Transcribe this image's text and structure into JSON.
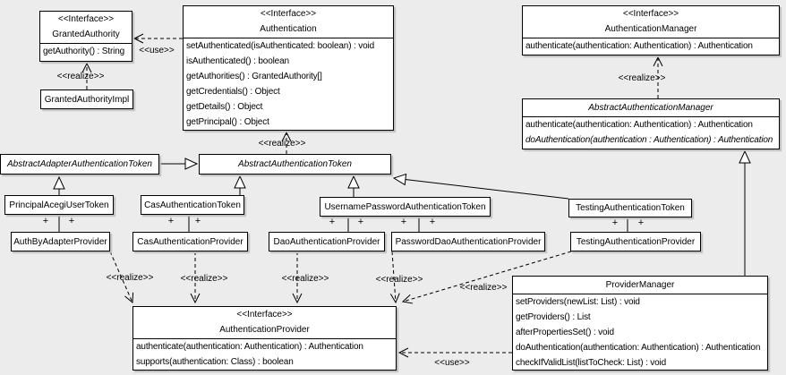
{
  "labels": {
    "use": "<<use>>",
    "realize": "<<realize>>",
    "plus": "+"
  },
  "classes": {
    "granted_authority": {
      "stereotype": "<<Interface>>",
      "name": "GrantedAuthority",
      "methods": [
        "getAuthority() : String"
      ]
    },
    "granted_authority_impl": {
      "name": "GrantedAuthorityImpl"
    },
    "authentication": {
      "stereotype": "<<Interface>>",
      "name": "Authentication",
      "methods": [
        "setAuthenticated(isAuthenticated: boolean) : void",
        "isAuthenticated() : boolean",
        "getAuthorities() : GrantedAuthority[]",
        "getCredentials() : Object",
        "getDetails() : Object",
        "getPrincipal() : Object"
      ]
    },
    "authentication_manager": {
      "stereotype": "<<Interface>>",
      "name": "AuthenticationManager",
      "methods": [
        "authenticate(authentication: Authentication) : Authentication"
      ]
    },
    "abstract_authentication_manager": {
      "name": "AbstractAuthenticationManager",
      "methods": [
        "authenticate(authentication: Authentication) : Authentication",
        "doAuthentication(authentication : Authentication) : Authentication"
      ]
    },
    "abstract_adapter_authentication_token": {
      "name": "AbstractAdapterAuthenticationToken"
    },
    "abstract_authentication_token": {
      "name": "AbstractAuthenticationToken"
    },
    "principal_acegi_user_token": {
      "name": "PrincipalAcegiUserToken"
    },
    "cas_authentication_token": {
      "name": "CasAuthenticationToken"
    },
    "username_password_authentication_token": {
      "name": "UsernamePasswordAuthenticationToken"
    },
    "testing_authentication_token": {
      "name": "TestingAuthenticationToken"
    },
    "auth_by_adapter_provider": {
      "name": "AuthByAdapterProvider"
    },
    "cas_authentication_provider": {
      "name": "CasAuthenticationProvider"
    },
    "dao_authentication_provider": {
      "name": "DaoAuthenticationProvider"
    },
    "password_dao_authentication_provider": {
      "name": "PasswordDaoAuthenticationProvider"
    },
    "testing_authentication_provider": {
      "name": "TestingAuthenticationProvider"
    },
    "authentication_provider": {
      "stereotype": "<<Interface>>",
      "name": "AuthenticationProvider",
      "methods": [
        "authenticate(authentication: Authentication) : Authentication",
        "supports(authentication: Class) : boolean"
      ]
    },
    "provider_manager": {
      "name": "ProviderManager",
      "methods": [
        "setProviders(newList: List) : void",
        "getProviders() : List",
        "afterPropertiesSet() : void",
        "doAuthentication(authentication: Authentication) : Authentication",
        "checkIfValidList(listToCheck: List) : void"
      ]
    }
  },
  "relationships": [
    {
      "from": "GrantedAuthorityImpl",
      "to": "GrantedAuthority",
      "type": "realize"
    },
    {
      "from": "Authentication",
      "to": "GrantedAuthority",
      "type": "use"
    },
    {
      "from": "AbstractAuthenticationToken",
      "to": "Authentication",
      "type": "realize"
    },
    {
      "from": "AbstractAuthenticationManager",
      "to": "AuthenticationManager",
      "type": "realize"
    },
    {
      "from": "AbstractAdapterAuthenticationToken",
      "to": "AbstractAuthenticationToken",
      "type": "generalization"
    },
    {
      "from": "PrincipalAcegiUserToken",
      "to": "AbstractAdapterAuthenticationToken",
      "type": "generalization"
    },
    {
      "from": "CasAuthenticationToken",
      "to": "AbstractAuthenticationToken",
      "type": "generalization"
    },
    {
      "from": "UsernamePasswordAuthenticationToken",
      "to": "AbstractAuthenticationToken",
      "type": "generalization"
    },
    {
      "from": "TestingAuthenticationToken",
      "to": "AbstractAuthenticationToken",
      "type": "generalization"
    },
    {
      "from": "ProviderManager",
      "to": "AbstractAuthenticationManager",
      "type": "generalization"
    },
    {
      "from": "PrincipalAcegiUserToken",
      "to": "AuthByAdapterProvider",
      "type": "association"
    },
    {
      "from": "CasAuthenticationToken",
      "to": "CasAuthenticationProvider",
      "type": "association"
    },
    {
      "from": "UsernamePasswordAuthenticationToken",
      "to": "DaoAuthenticationProvider",
      "type": "association"
    },
    {
      "from": "UsernamePasswordAuthenticationToken",
      "to": "PasswordDaoAuthenticationProvider",
      "type": "association"
    },
    {
      "from": "TestingAuthenticationToken",
      "to": "TestingAuthenticationProvider",
      "type": "association"
    },
    {
      "from": "AuthByAdapterProvider",
      "to": "AuthenticationProvider",
      "type": "realize"
    },
    {
      "from": "CasAuthenticationProvider",
      "to": "AuthenticationProvider",
      "type": "realize"
    },
    {
      "from": "DaoAuthenticationProvider",
      "to": "AuthenticationProvider",
      "type": "realize"
    },
    {
      "from": "PasswordDaoAuthenticationProvider",
      "to": "AuthenticationProvider",
      "type": "realize"
    },
    {
      "from": "TestingAuthenticationProvider",
      "to": "AuthenticationProvider",
      "type": "realize"
    },
    {
      "from": "ProviderManager",
      "to": "AuthenticationProvider",
      "type": "use"
    }
  ],
  "colors": {
    "background": "#ececec",
    "box_fill": "#ffffff",
    "line": "#000000"
  }
}
